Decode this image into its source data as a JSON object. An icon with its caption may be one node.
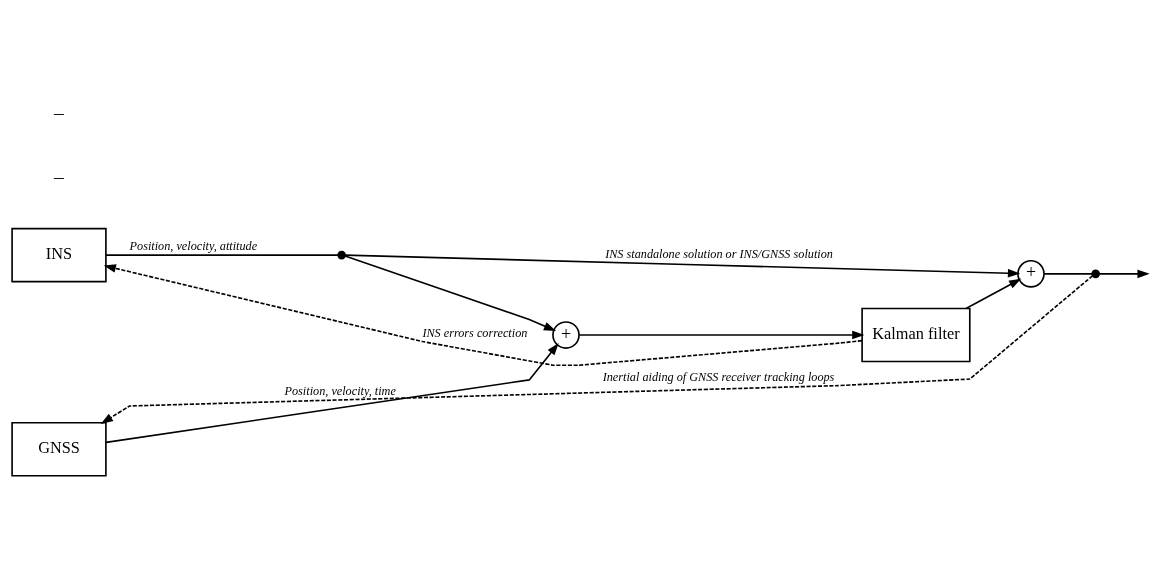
{
  "diagram": {
    "nodes": [
      {
        "text": [
          "INS"
        ]
      },
      {
        "text": [],
        "shape": "dot"
      },
      {
        "text": [
          "+"
        ]
      },
      {
        "text": [],
        "shape": "dot"
      },
      {
        "text": [
          "GNSS"
        ]
      },
      {
        "text": [
          "+"
        ]
      },
      {
        "text": [
          "Kalman filter"
        ]
      }
    ],
    "edges": [
      {
        "from": 0,
        "to": 1,
        "arrow": "none",
        "label": "Position, velocity, attitude"
      },
      {
        "from": 1,
        "to": 2,
        "arrow": "to",
        "label": "INS standalone solution or INS/GNSS solution"
      },
      {
        "from": 1,
        "to": 5,
        "arrow": "to"
      },
      {
        "from": 4,
        "to": 5,
        "arrow": "to",
        "label": "Position, velocity, time"
      },
      {
        "from": 5,
        "to": 6,
        "arrow": "to"
      },
      {
        "from": 6,
        "to": 2,
        "arrow": "to"
      },
      {
        "from": 2,
        "to": 3,
        "arrow": "none"
      },
      {
        "from": 3,
        "to": null,
        "arrow": "to"
      },
      {
        "from": 6,
        "to": 0,
        "arrow": "to",
        "style": "dashed",
        "label": "INS errors correction"
      },
      {
        "from": 3,
        "to": 4,
        "arrow": "to",
        "style": "dashed",
        "label": "Inertial aiding of GNSS receiver tracking loops"
      }
    ],
    "labels": [
      "–",
      "–"
    ]
  }
}
